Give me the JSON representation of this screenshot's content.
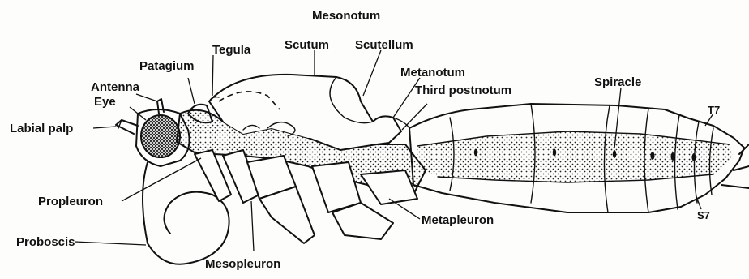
{
  "figure": {
    "labels": {
      "mesonotum": "Mesonotum",
      "tegula": "Tegula",
      "scutum": "Scutum",
      "scutellum": "Scutellum",
      "patagium": "Patagium",
      "metanotum": "Metanotum",
      "third_postnotum": "Third postnotum",
      "antenna": "Antenna",
      "eye": "Eye",
      "labial_palp": "Labial palp",
      "spiracle": "Spiracle",
      "t7": "T7",
      "s7": "S7",
      "propleuron": "Propleuron",
      "metapleuron": "Metapleuron",
      "proboscis": "Proboscis",
      "mesopleuron": "Mesopleuron"
    }
  }
}
